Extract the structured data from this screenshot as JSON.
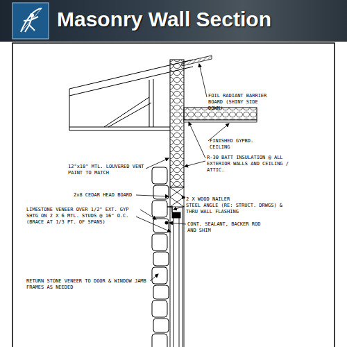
{
  "diagram": {
    "title": "Masonry Wall Section",
    "labels": [
      "FOIL RADIANT BARRIER BOARD (SHINY SIDE DOWN)",
      "FINISHED GYPBD. CEILING",
      "R-30 BATT INSULATION @ ALL EXTERIOR WALLS AND CEILING / ATTIC.",
      "12\"x18\" MTL. LOUVERED VENT PAINT TO MATCH",
      "2x8 CEDAR HEAD BOARD",
      "2 X WOOD NAILER",
      "STEEL ANGLE (RE: STRUCT. DRWGS) & THRU WALL FLASHING",
      "LIMESTONE VENEER OVER 1/2\" EXT. GYP SHTG ON 2 X 6 MTL. STUDS @ 16\" O.C. (BRACE AT 1/3 PT. OF SPANS)",
      "CONT. SEALANT, BACKER ROD AND SHIM",
      "RETURN STONE VENEER TO DOOR & WINDOW JAMB FRAMES AS NEEDED"
    ]
  }
}
